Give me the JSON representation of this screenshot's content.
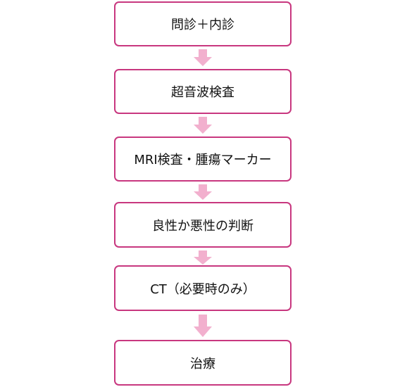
{
  "colors": {
    "box_border": "#c8377f",
    "arrow_fill": "#f2b0ce",
    "text": "#111111"
  },
  "steps": [
    {
      "label": "問診＋内診"
    },
    {
      "label": "超音波検査"
    },
    {
      "label": "MRI検査・腫瘍マーカー"
    },
    {
      "label": "良性か悪性の判断"
    },
    {
      "label": "CT（必要時のみ）"
    },
    {
      "label": "治療"
    }
  ],
  "arrow_icon": "down-arrow-icon"
}
